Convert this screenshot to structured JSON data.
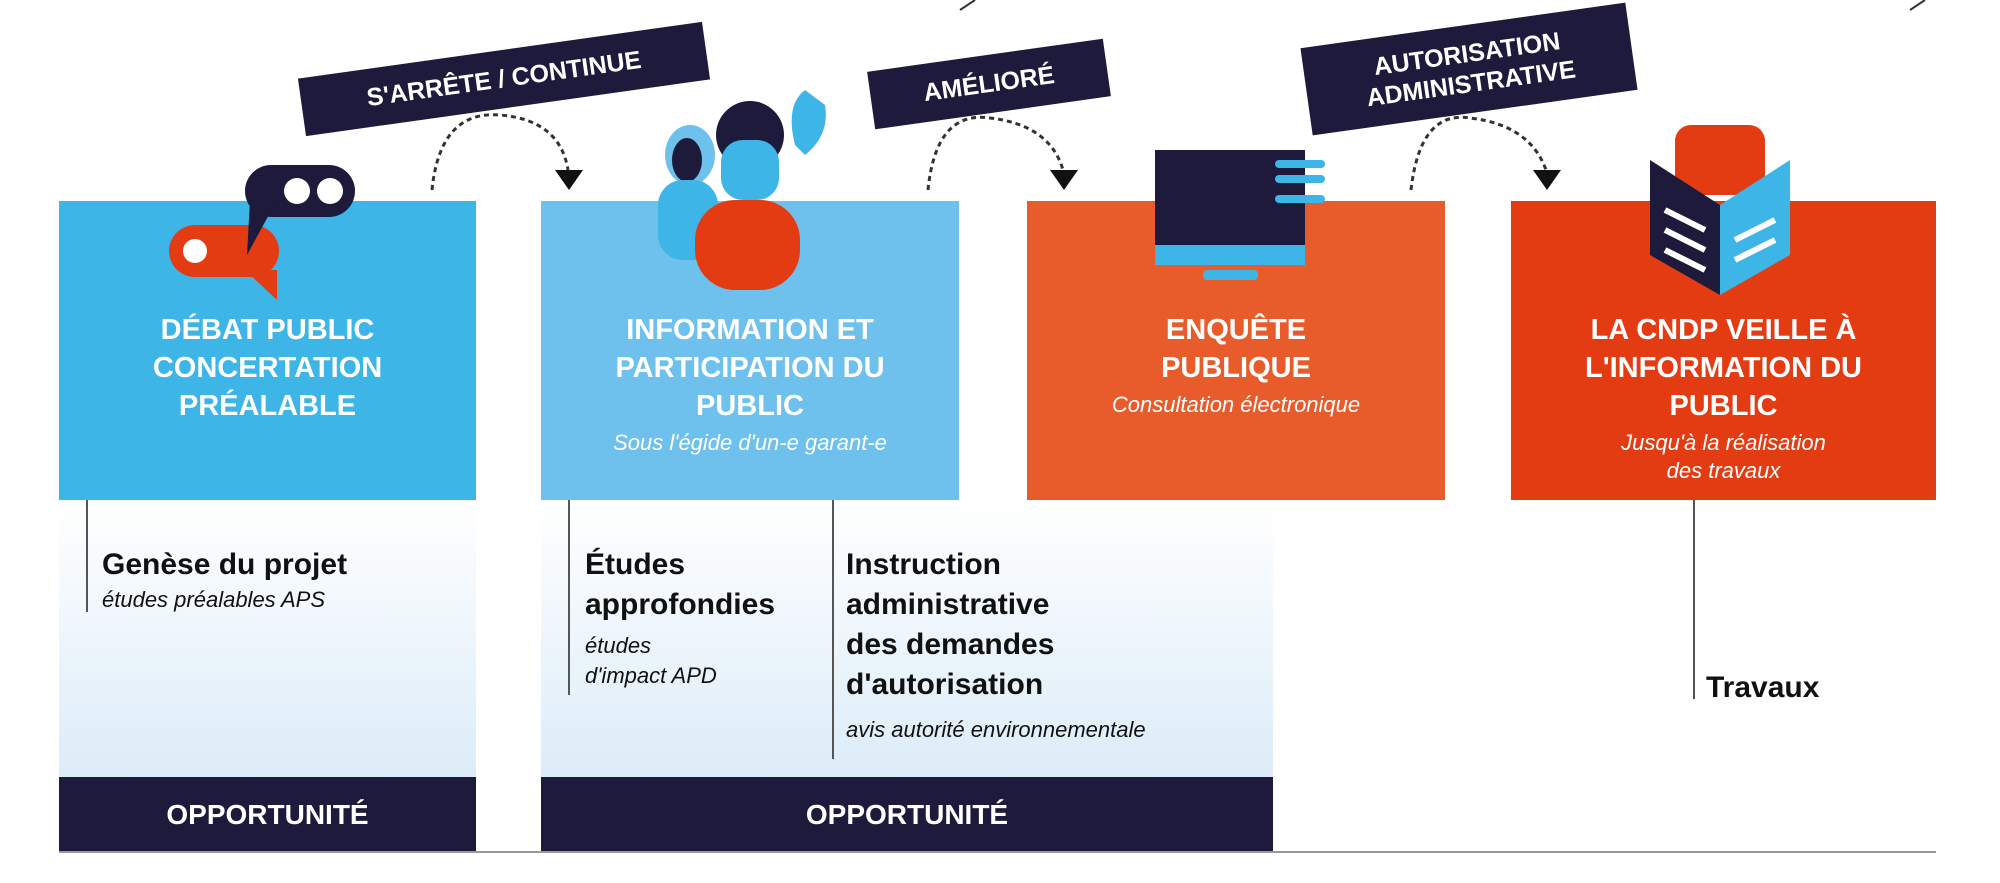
{
  "colors": {
    "navy": "#1e1a3c",
    "blue": "#3db5e6",
    "light_blue": "#6ec1ec",
    "orange": "#e85c2c",
    "red": "#e33c12"
  },
  "transitions": [
    "S'ARRÊTE / CONTINUE",
    "AMÉLIORÉ",
    "AUTORISATION ADMINISTRATIVE"
  ],
  "stages": [
    {
      "title": "DÉBAT PUBLIC CONCERTATION PRÉALABLE",
      "icon": "speech-bubbles-icon"
    },
    {
      "title": "INFORMATION ET PARTICIPATION DU PUBLIC",
      "subtitle": "Sous l'égide d'un-e garant-e",
      "icon": "people-waving-icon"
    },
    {
      "title": "ENQUÊTE PUBLIQUE",
      "subtitle": "Consultation électronique",
      "icon": "computer-monitor-icon"
    },
    {
      "title": "LA CNDP VEILLE À L'INFORMATION DU PUBLIC",
      "subtitle": "Jusqu'à la réalisation des travaux",
      "icon": "document-speech-icon"
    }
  ],
  "phases": [
    {
      "title": "Genèse du projet",
      "detail": "études préalables APS"
    },
    {
      "title": "Études approfondies",
      "detail": "études d'impact APD"
    },
    {
      "title": "Instruction administrative des demandes d'autorisation",
      "detail": "avis autorité environnementale"
    },
    {
      "title": "Travaux"
    }
  ],
  "bottom_bars": [
    "OPPORTUNITÉ",
    "OPPORTUNITÉ"
  ]
}
